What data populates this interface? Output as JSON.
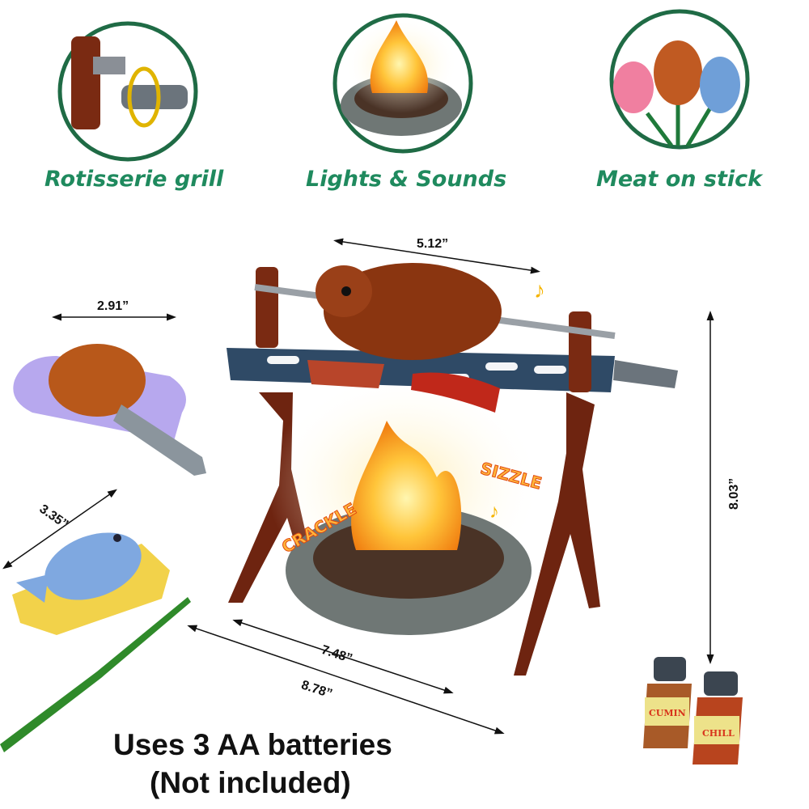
{
  "features": [
    {
      "label": "Rotisserie grill",
      "icon": "rotisserie-icon"
    },
    {
      "label": "Lights & Sounds",
      "icon": "campfire-icon"
    },
    {
      "label": "Meat on stick",
      "icon": "meat-skewer-icon"
    }
  ],
  "dimensions": {
    "grill_width": "5.12”",
    "chicken_plate": "2.91”",
    "fish_plate": "3.35”",
    "base_inner": "7.48”",
    "base_outer": "8.78”",
    "height": "8.03”"
  },
  "sound_effects": {
    "crackle": "CRACKLE",
    "sizzle": "SIZZLE"
  },
  "spices": [
    "CUMIN",
    "CHILL"
  ],
  "battery_note": {
    "line1": "Uses 3 AA batteries",
    "line2": "(Not included)"
  },
  "colors": {
    "feature_text": "#1f8a5e",
    "circle_border": "#1f6b45",
    "grill": "#2f4a66",
    "wood": "#7a2a12"
  }
}
